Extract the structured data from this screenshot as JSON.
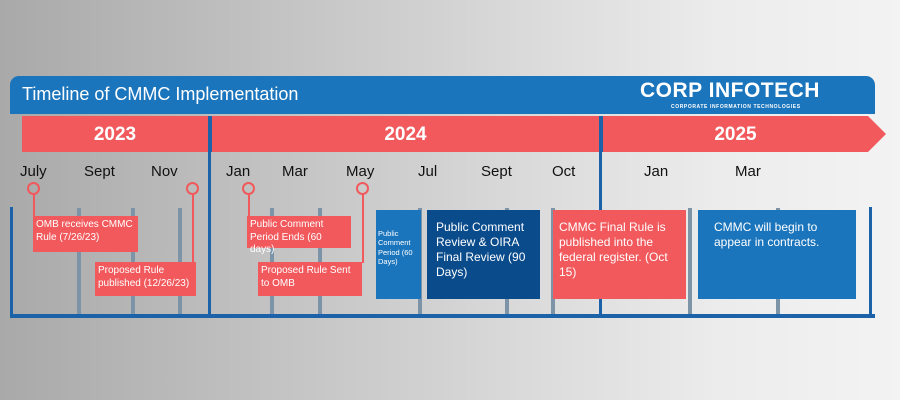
{
  "header": {
    "title": "Timeline of CMMC Implementation",
    "logo": "CORP INFOTECH",
    "logo_tagline": "CORPORATE INFORMATION TECHNOLOGIES"
  },
  "years": [
    "2023",
    "2024",
    "2025"
  ],
  "months": [
    "July",
    "Sept",
    "Nov",
    "Jan",
    "Mar",
    "May",
    "Jul",
    "Sept",
    "Oct",
    "Jan",
    "Mar"
  ],
  "events": [
    "OMB receives CMMC Rule (7/26/23)",
    "Proposed Rule published (12/26/23)",
    "Public Comment Period Ends (60 days)",
    "Proposed Rule Sent to OMB",
    "Public Comment Period (60 Days)",
    "Public Comment Review & OIRA Final Review (90 Days)",
    "CMMC Final Rule is published into the federal register. (Oct 15)",
    "CMMC will begin to appear in contracts."
  ],
  "colors": {
    "header_blue": "#1b75bc",
    "band_red": "#f1595c",
    "divider_blue": "#1b62a8",
    "navy": "#0a4b8c"
  }
}
